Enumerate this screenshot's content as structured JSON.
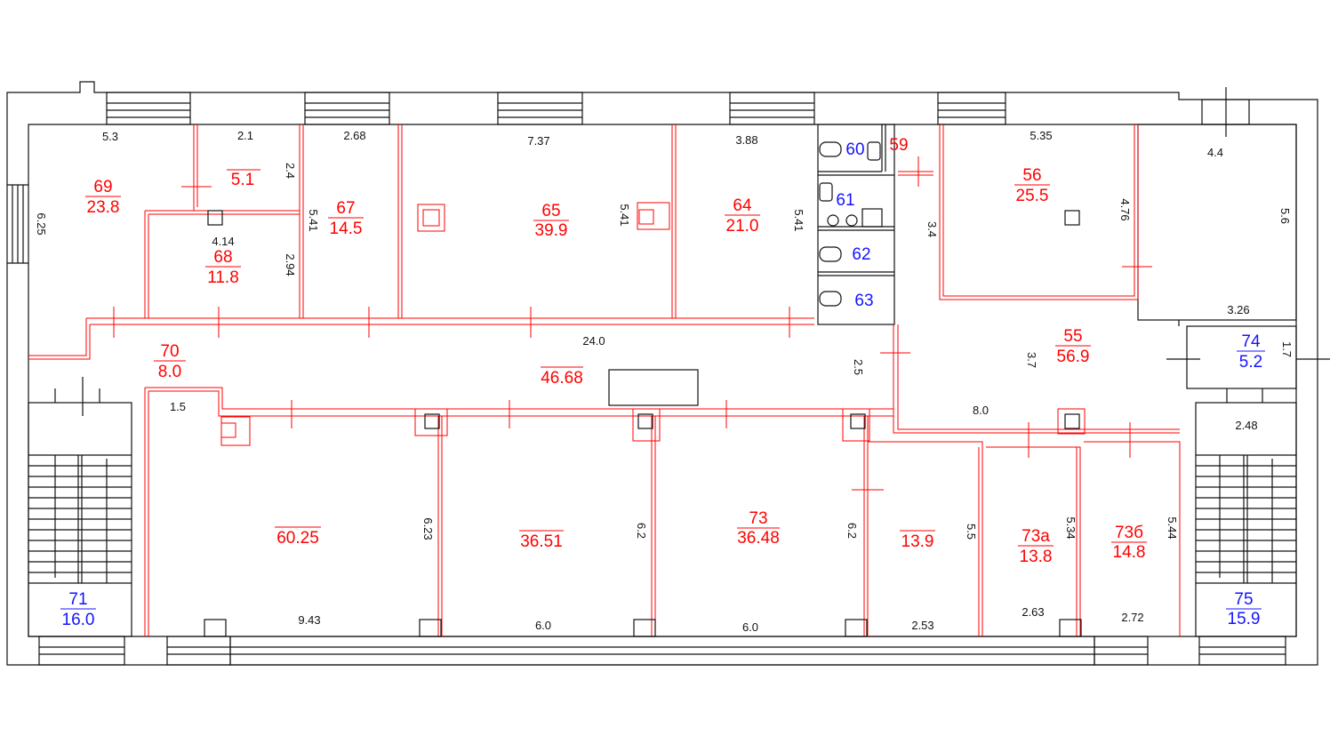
{
  "rooms": {
    "r69": {
      "number": "69",
      "area": "23.8"
    },
    "r51": {
      "area": "5.1"
    },
    "r68": {
      "number": "68",
      "area": "11.8"
    },
    "r67": {
      "number": "67",
      "area": "14.5"
    },
    "r65": {
      "number": "65",
      "area": "39.9"
    },
    "r64": {
      "number": "64",
      "area": "21.0"
    },
    "r60": {
      "number": "60"
    },
    "r59": {
      "number": "59"
    },
    "r61": {
      "number": "61"
    },
    "r62": {
      "number": "62"
    },
    "r63": {
      "number": "63"
    },
    "r56": {
      "number": "56",
      "area": "25.5"
    },
    "r55": {
      "number": "55",
      "area": "56.9"
    },
    "r74": {
      "number": "74",
      "area": "5.2"
    },
    "r70": {
      "number": "70",
      "area": "8.0"
    },
    "corridor": {
      "area": "46.68"
    },
    "r6025": {
      "area": "60.25"
    },
    "r3651": {
      "area": "36.51"
    },
    "r73": {
      "number": "73",
      "area": "36.48"
    },
    "r139": {
      "area": "13.9"
    },
    "r73a": {
      "number": "73а",
      "area": "13.8"
    },
    "r73b": {
      "number": "73б",
      "area": "14.8"
    },
    "r71": {
      "number": "71",
      "area": "16.0"
    },
    "r75": {
      "number": "75",
      "area": "15.9"
    }
  },
  "dimensions": [
    "5.3",
    "2.1",
    "2.68",
    "7.37",
    "3.88",
    "5.35",
    "4.4",
    "6.25",
    "2.4",
    "5.41",
    "4.14",
    "2.94",
    "5.41",
    "5.41",
    "3.4",
    "4.76",
    "5.6",
    "3.26",
    "24.0",
    "2.5",
    "3.7",
    "1.7",
    "8.0",
    "2.48",
    "1.5",
    "6.23",
    "6.2",
    "6.2",
    "5.5",
    "5.34",
    "5.44",
    "9.43",
    "6.0",
    "6.0",
    "2.53",
    "2.63",
    "2.72"
  ],
  "colors": {
    "partition": "#ff0000",
    "wall": "#111111",
    "service_room": "#1414ff"
  }
}
